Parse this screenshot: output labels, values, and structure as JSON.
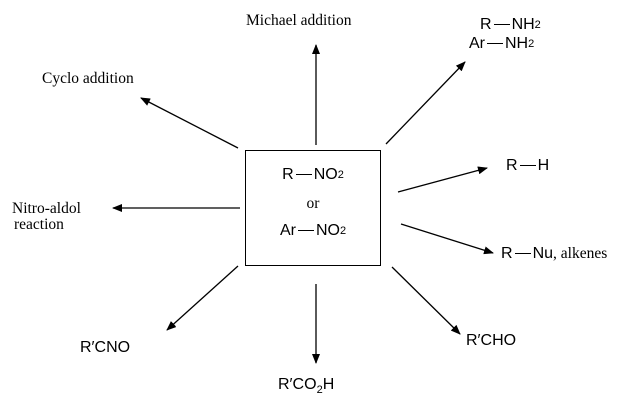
{
  "center": {
    "line1": {
      "a": "R",
      "b": "NO",
      "sub": "2"
    },
    "or": "or",
    "line2": {
      "a": "Ar",
      "b": "NO",
      "sub": "2"
    }
  },
  "michael": "Michael addition",
  "cyclo": "Cyclo addition",
  "amines": {
    "r": {
      "a": "R",
      "b": "NH",
      "sub": "2"
    },
    "ar": {
      "a": "Ar",
      "b": "NH",
      "sub": "2"
    }
  },
  "rh": {
    "a": "R",
    "b": "H"
  },
  "nitroaldol": {
    "line1": "Nitro-aldol",
    "line2": "reaction"
  },
  "rnu": {
    "a": "R",
    "b": "Nu",
    "suffix": ", alkenes"
  },
  "rcno": "R′CNO",
  "rcho": "R′CHO",
  "rco2h": {
    "main": "R′CO",
    "sub": "2",
    "tail": "H"
  }
}
